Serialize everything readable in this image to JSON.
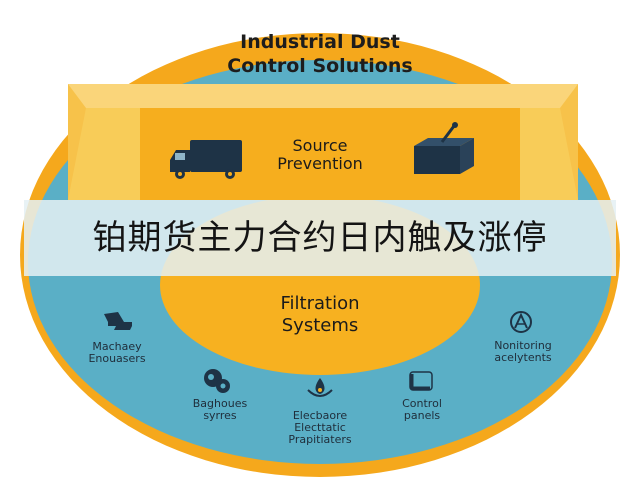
{
  "diagram": {
    "title_line1": "Industrial Dust",
    "title_line2": "Control Solutions",
    "top_section_line1": "Source",
    "top_section_line2": "Prevention",
    "middle_section_line1": "Filtration",
    "middle_section_line2": "Systems",
    "left_item_line1": "Machaey",
    "left_item_line2": "Enouasers",
    "right_item_line1": "Nonitoring",
    "right_item_line2": "acelytents",
    "bottom_left_line1": "Baghoues",
    "bottom_left_line2": "syrres",
    "bottom_center_line1": "Elecbaore",
    "bottom_center_line2": "Electtatic",
    "bottom_center_line3": "Prapitiaters",
    "bottom_right_line1": "Control",
    "bottom_right_line2": "panels"
  },
  "banner": {
    "text": "铂期货主力合约日内触及涨停"
  },
  "colors": {
    "outer_ring": "#F5A81C",
    "blue_disc": "#5AAFC6",
    "box_face": "#F6AE1E",
    "box_light": "#F8CC58",
    "inner_circle": "#F7B120",
    "icon_dark": "#1E3346"
  },
  "icons": [
    "truck-icon",
    "box-lever-icon",
    "machine-icon",
    "monitor-gauge-icon",
    "baghouse-icon",
    "precipitator-icon",
    "control-panel-icon"
  ]
}
